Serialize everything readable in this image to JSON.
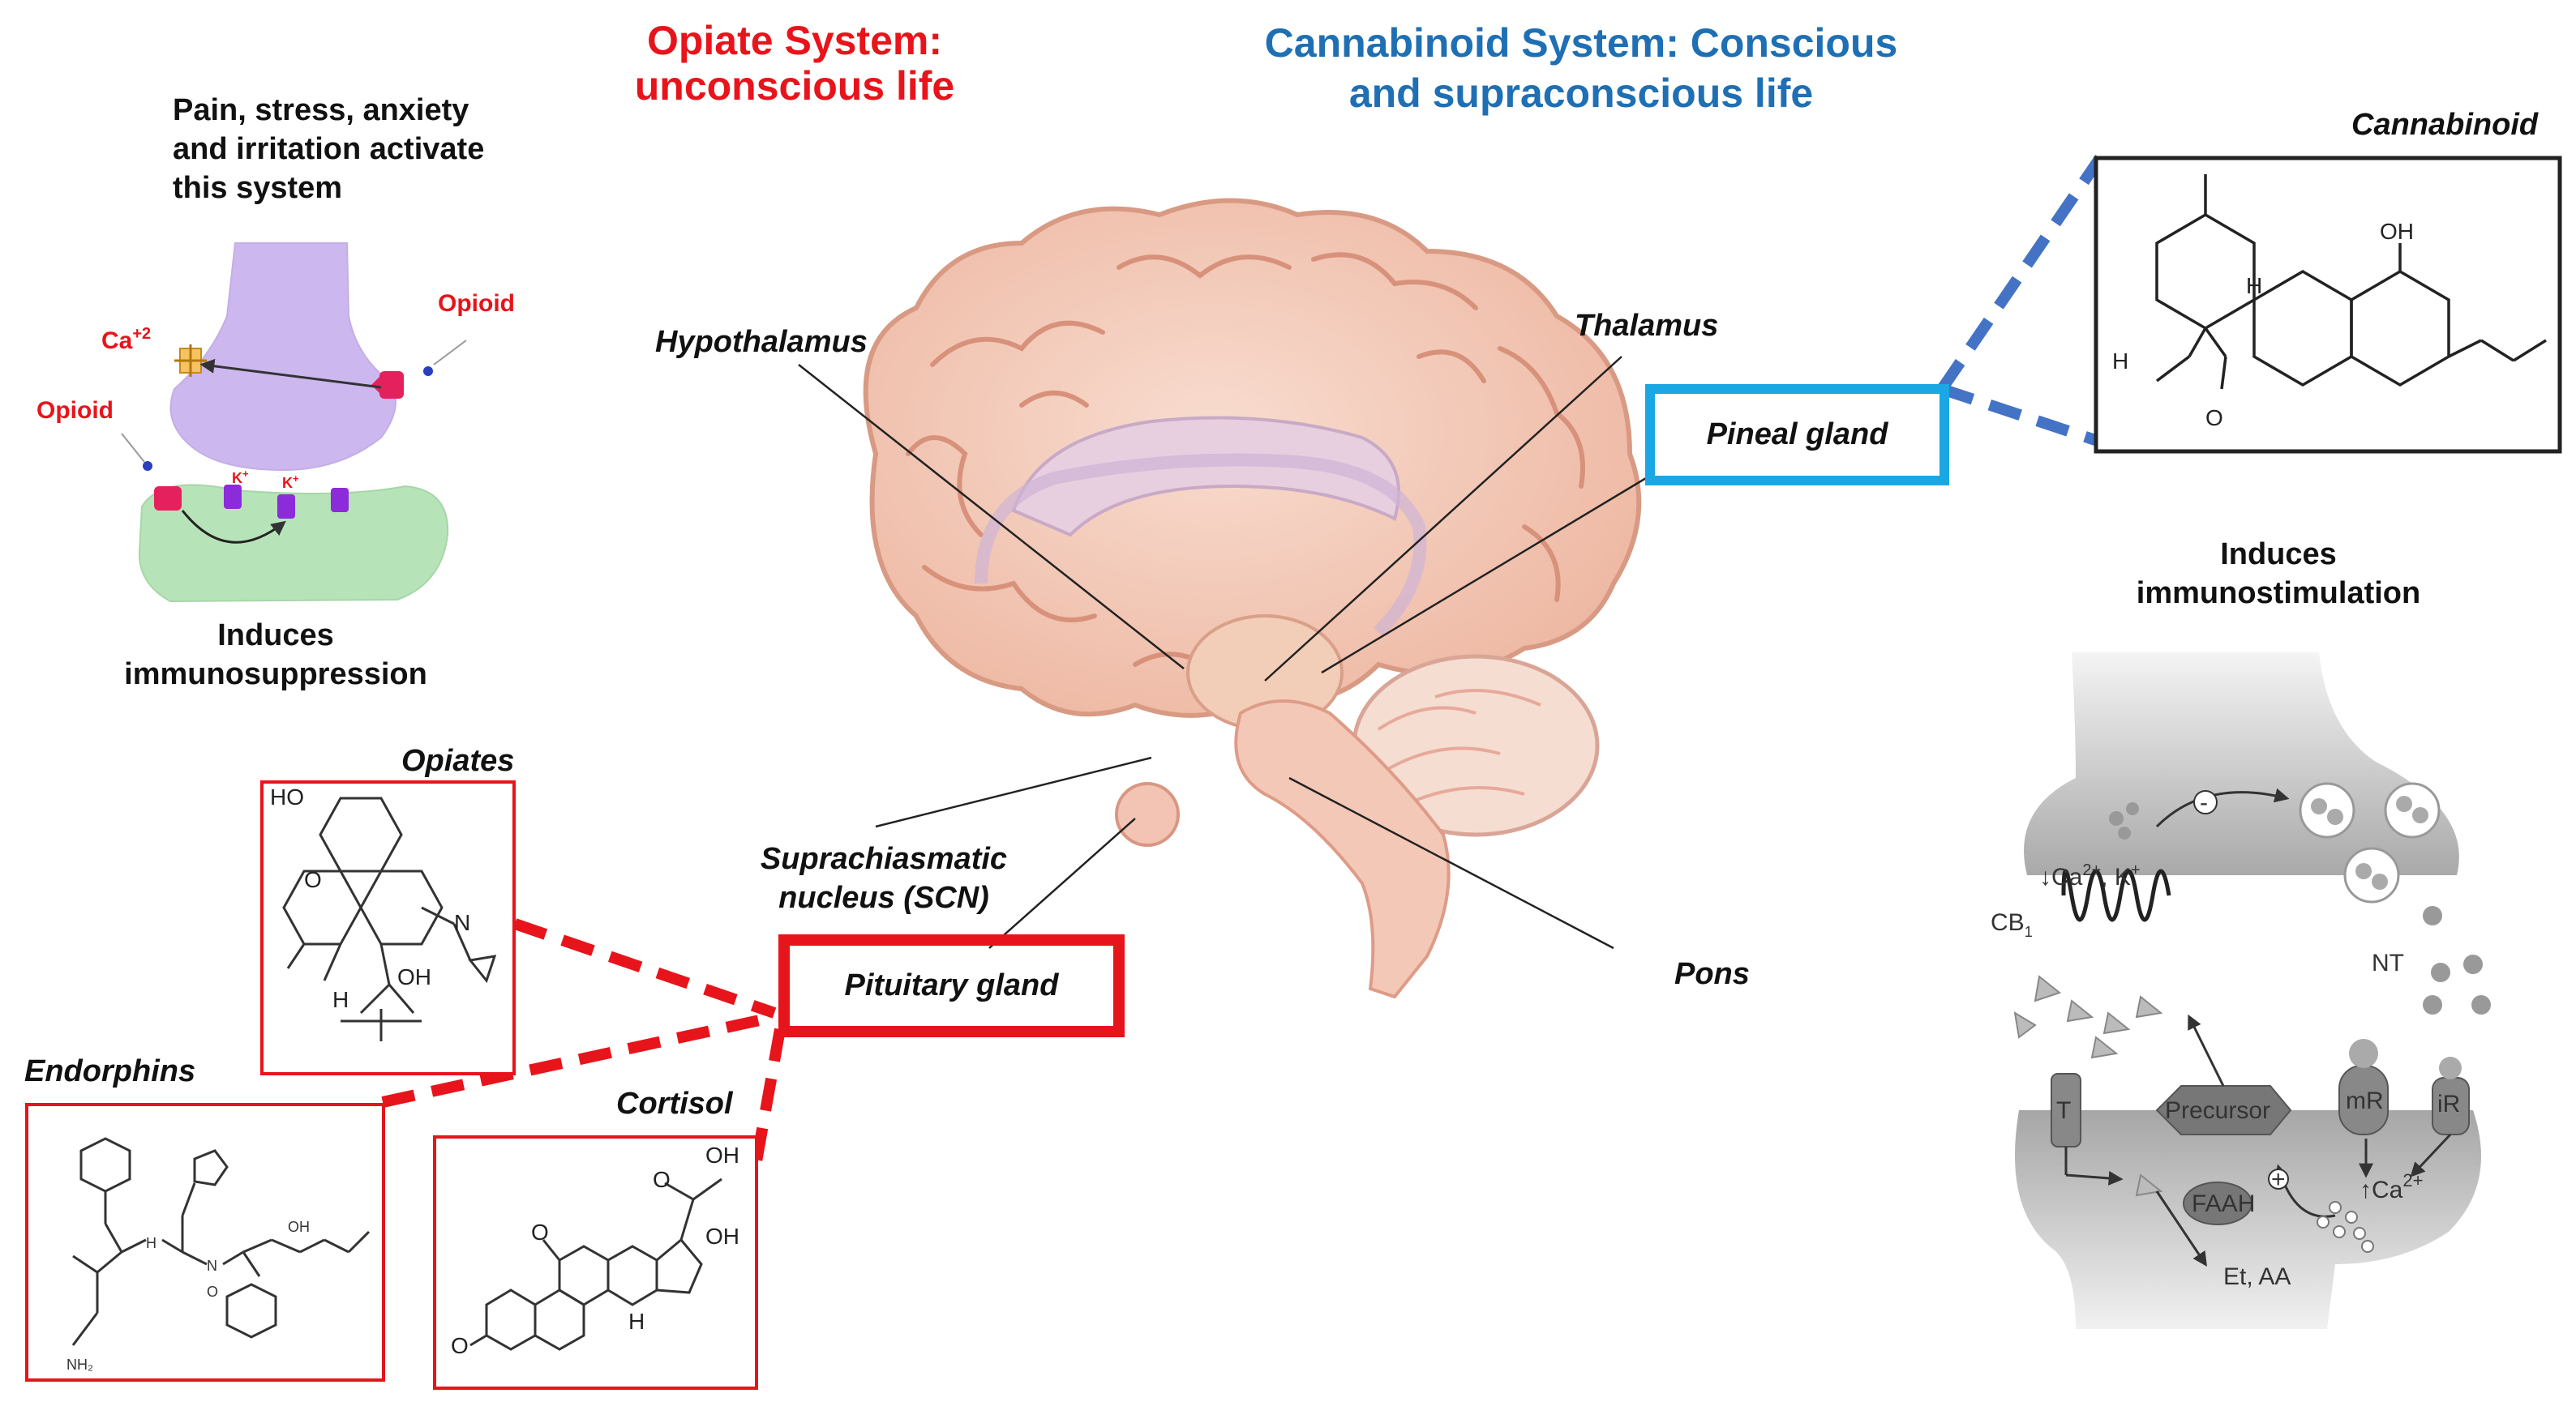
{
  "titles": {
    "opiate_system": "Opiate System:\nunconscious life",
    "cannabinoid_system": "Cannabinoid System: Conscious\nand supraconscious life"
  },
  "opiate_panel": {
    "activation_text": "Pain, stress, anxiety\nand irritation activate\nthis system",
    "ca_label": "Ca",
    "ca_superscript": "+2",
    "opioid_top": "Opioid",
    "opioid_left": "Opioid",
    "k_ion_a": "K",
    "k_ion_b": "K",
    "k_sup": "+",
    "effect": "Induces\nimmunosuppression"
  },
  "brain_labels": {
    "hypothalamus": "Hypothalamus",
    "thalamus": "Thalamus",
    "pineal_gland": "Pineal gland",
    "scn": "Suprachiasmatic\nnucleus (SCN)",
    "pituitary_gland": "Pituitary gland",
    "pons": "Pons"
  },
  "molecules": {
    "opiates": {
      "title": "Opiates",
      "atoms": {
        "ho": "HO",
        "o": "O",
        "n": "N",
        "h": "H",
        "oh": "OH"
      }
    },
    "endorphins": {
      "title": "Endorphins",
      "atoms": {
        "nh2": "NH₂",
        "h": "H",
        "n": "N",
        "o": "O",
        "oh": "OH"
      }
    },
    "cortisol": {
      "title": "Cortisol",
      "atoms": {
        "oh_top": "OH",
        "oh_side": "OH",
        "o_keto": "O",
        "o_left": "O",
        "o_ring": "O",
        "h": "H"
      }
    },
    "cannabinoid": {
      "title": "Cannabinoid",
      "atoms": {
        "oh": "OH",
        "h1": "H",
        "h2": "H",
        "o": "O"
      }
    }
  },
  "cannabinoid_panel": {
    "effect": "Induces\nimmunostimulation",
    "synapse": {
      "ion_text": "↓Ca",
      "ion_sup": "2+",
      "ion_k": ", K",
      "ion_k_sup": "+",
      "cb": "CB",
      "cb_sub": "1",
      "nt": "NT",
      "t": "T",
      "precursor": "Precursor",
      "mr": "mR",
      "ir": "iR",
      "faah": "FAAH",
      "ca_post": "Ca",
      "ca_post_sup": "2+",
      "ca_arrow": "↑",
      "et_aa": "Et, AA",
      "minus": "-",
      "plus": "+"
    }
  },
  "colors": {
    "red": "#e8141c",
    "blue": "#1f6fb4",
    "cyan_box": "#1aa7e4",
    "dashed_blue": "#4472c4",
    "presynaptic_purple": "#cdb7ef",
    "postsynaptic_green": "#b6e3b8"
  }
}
